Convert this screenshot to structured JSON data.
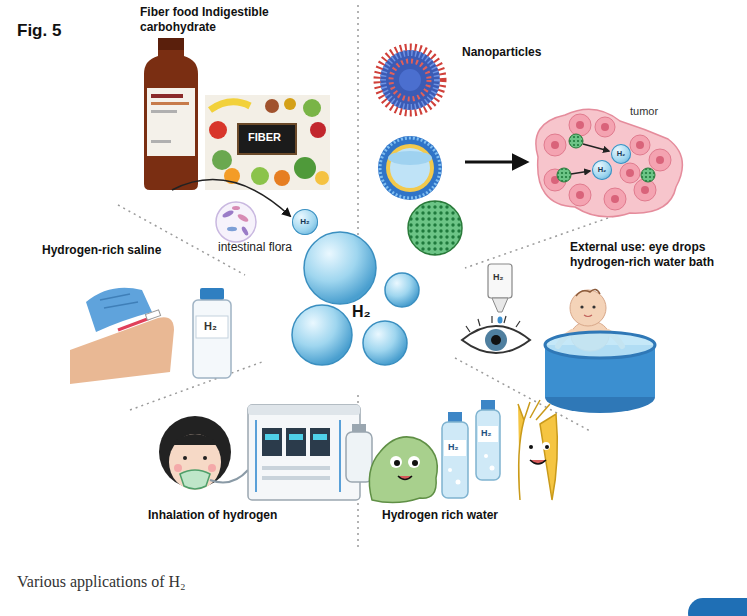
{
  "diagram": {
    "title": "Fig. 5",
    "caption": "Various applications of H₂",
    "nodes": [
      {
        "text": [
          "H₂"
        ]
      },
      {
        "text": [
          "tumor"
        ]
      },
      {
        "text": [
          "H₂"
        ],
        "in": 1
      },
      {
        "text": [
          "H₂"
        ],
        "in": 1
      }
    ],
    "labels": [
      "Fiber food Indigestible carbohydrate",
      "FIBER",
      "intestinal flora",
      "Nanoparticles",
      "Hydrogen-rich saline",
      "H₂",
      "H₂",
      "External use: eye drops hydrogen-rich water bath",
      "H₂",
      "Inhalation of hydrogen",
      "Hydrogen rich water",
      "H₂",
      "H₂"
    ]
  }
}
